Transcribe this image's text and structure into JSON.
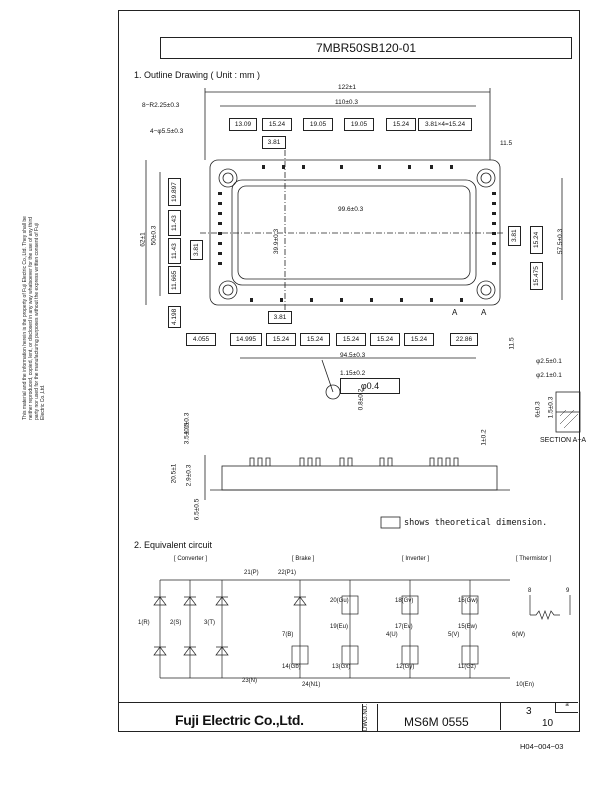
{
  "header": {
    "part_number": "7MBR50SB120-01"
  },
  "outline": {
    "heading": "1. Outline Drawing ( Unit : mm )",
    "dims_top": {
      "overall": "122±1",
      "inner": "110±0.3"
    },
    "top_boxes": [
      "13.09",
      "15.24",
      "19.05",
      "19.05",
      "15.24",
      "3.81×4=15.24"
    ],
    "box_381_top": "3.81",
    "hole_r": "8−R2.25±0.3",
    "hole_d": "4−φ5.5±0.3",
    "dim_11_5": "11.5",
    "left_vert": [
      "62±1",
      "50±0.3"
    ],
    "left_boxes": [
      "19.897",
      "11.43",
      "11.43",
      "3.81",
      "11.665"
    ],
    "dim_4198": "4.198",
    "inner_w": "99.6±0.3",
    "inner_h": "39.9±0.3",
    "right_boxes": [
      "3.81",
      "15.24",
      "15.475"
    ],
    "right_dim": "57.5±0.3",
    "bottom_box_381": "3.81",
    "bottom_boxes": [
      "4.055",
      "14.995",
      "15.24",
      "15.24",
      "15.24",
      "15.24",
      "15.24",
      "22.86"
    ],
    "dim_945": "94.5±0.3",
    "dim_115b": "11.5",
    "labels_A": [
      "A",
      "A"
    ],
    "pin_dim": "1.15±0.2",
    "tol": "φ0.4",
    "pin_dim2": "0.8±0.2",
    "section_dims": [
      "φ2.5±0.1",
      "φ2.1±0.1",
      "6±0.3",
      "1.5±0.3"
    ],
    "section_label": "SECTION A−A",
    "side_dims": [
      "3.5±0.5",
      "1.1±0.3",
      "20.5±1",
      "2.9±0.3",
      "6.5±0.5",
      "1±0.2"
    ],
    "theoretical_note": "shows theoretical dimension."
  },
  "equivalent": {
    "heading": "2. Equivalent circuit",
    "groups": [
      "[ Converter ]",
      "[ Brake ]",
      "[ Inverter ]",
      "[ Thermistor ]"
    ],
    "pins": [
      "21(P)",
      "22(P1)",
      "1(R)",
      "2(S)",
      "3(T)",
      "23(N)",
      "24(N1)",
      "7(B)",
      "14(Gb)",
      "20(Gu)",
      "19(Eu)",
      "18(Gv)",
      "17(Ev)",
      "16(Gw)",
      "15(Ew)",
      "4(U)",
      "5(V)",
      "6(W)",
      "13(Gx)",
      "12(Gy)",
      "11(Gz)",
      "10(En)",
      "8",
      "9"
    ]
  },
  "footer": {
    "company": "Fuji Electric Co.,Ltd.",
    "dwg_label": "DWG.NO.",
    "dwg_no": "MS6M 0555",
    "sheet_num": "3",
    "sheet_total": "10",
    "rev": "a",
    "doc_id": "H04−004−03"
  },
  "side_note": "This material and the information herein is the property of Fuji Electric Co.,Ltd. They shall be neither reproduced, copied, lent, or disclosed in any way whatsoever for the use of any third party nor used for the manufacturing purposes without the express written consent of Fuji Electric Co.,Ltd."
}
